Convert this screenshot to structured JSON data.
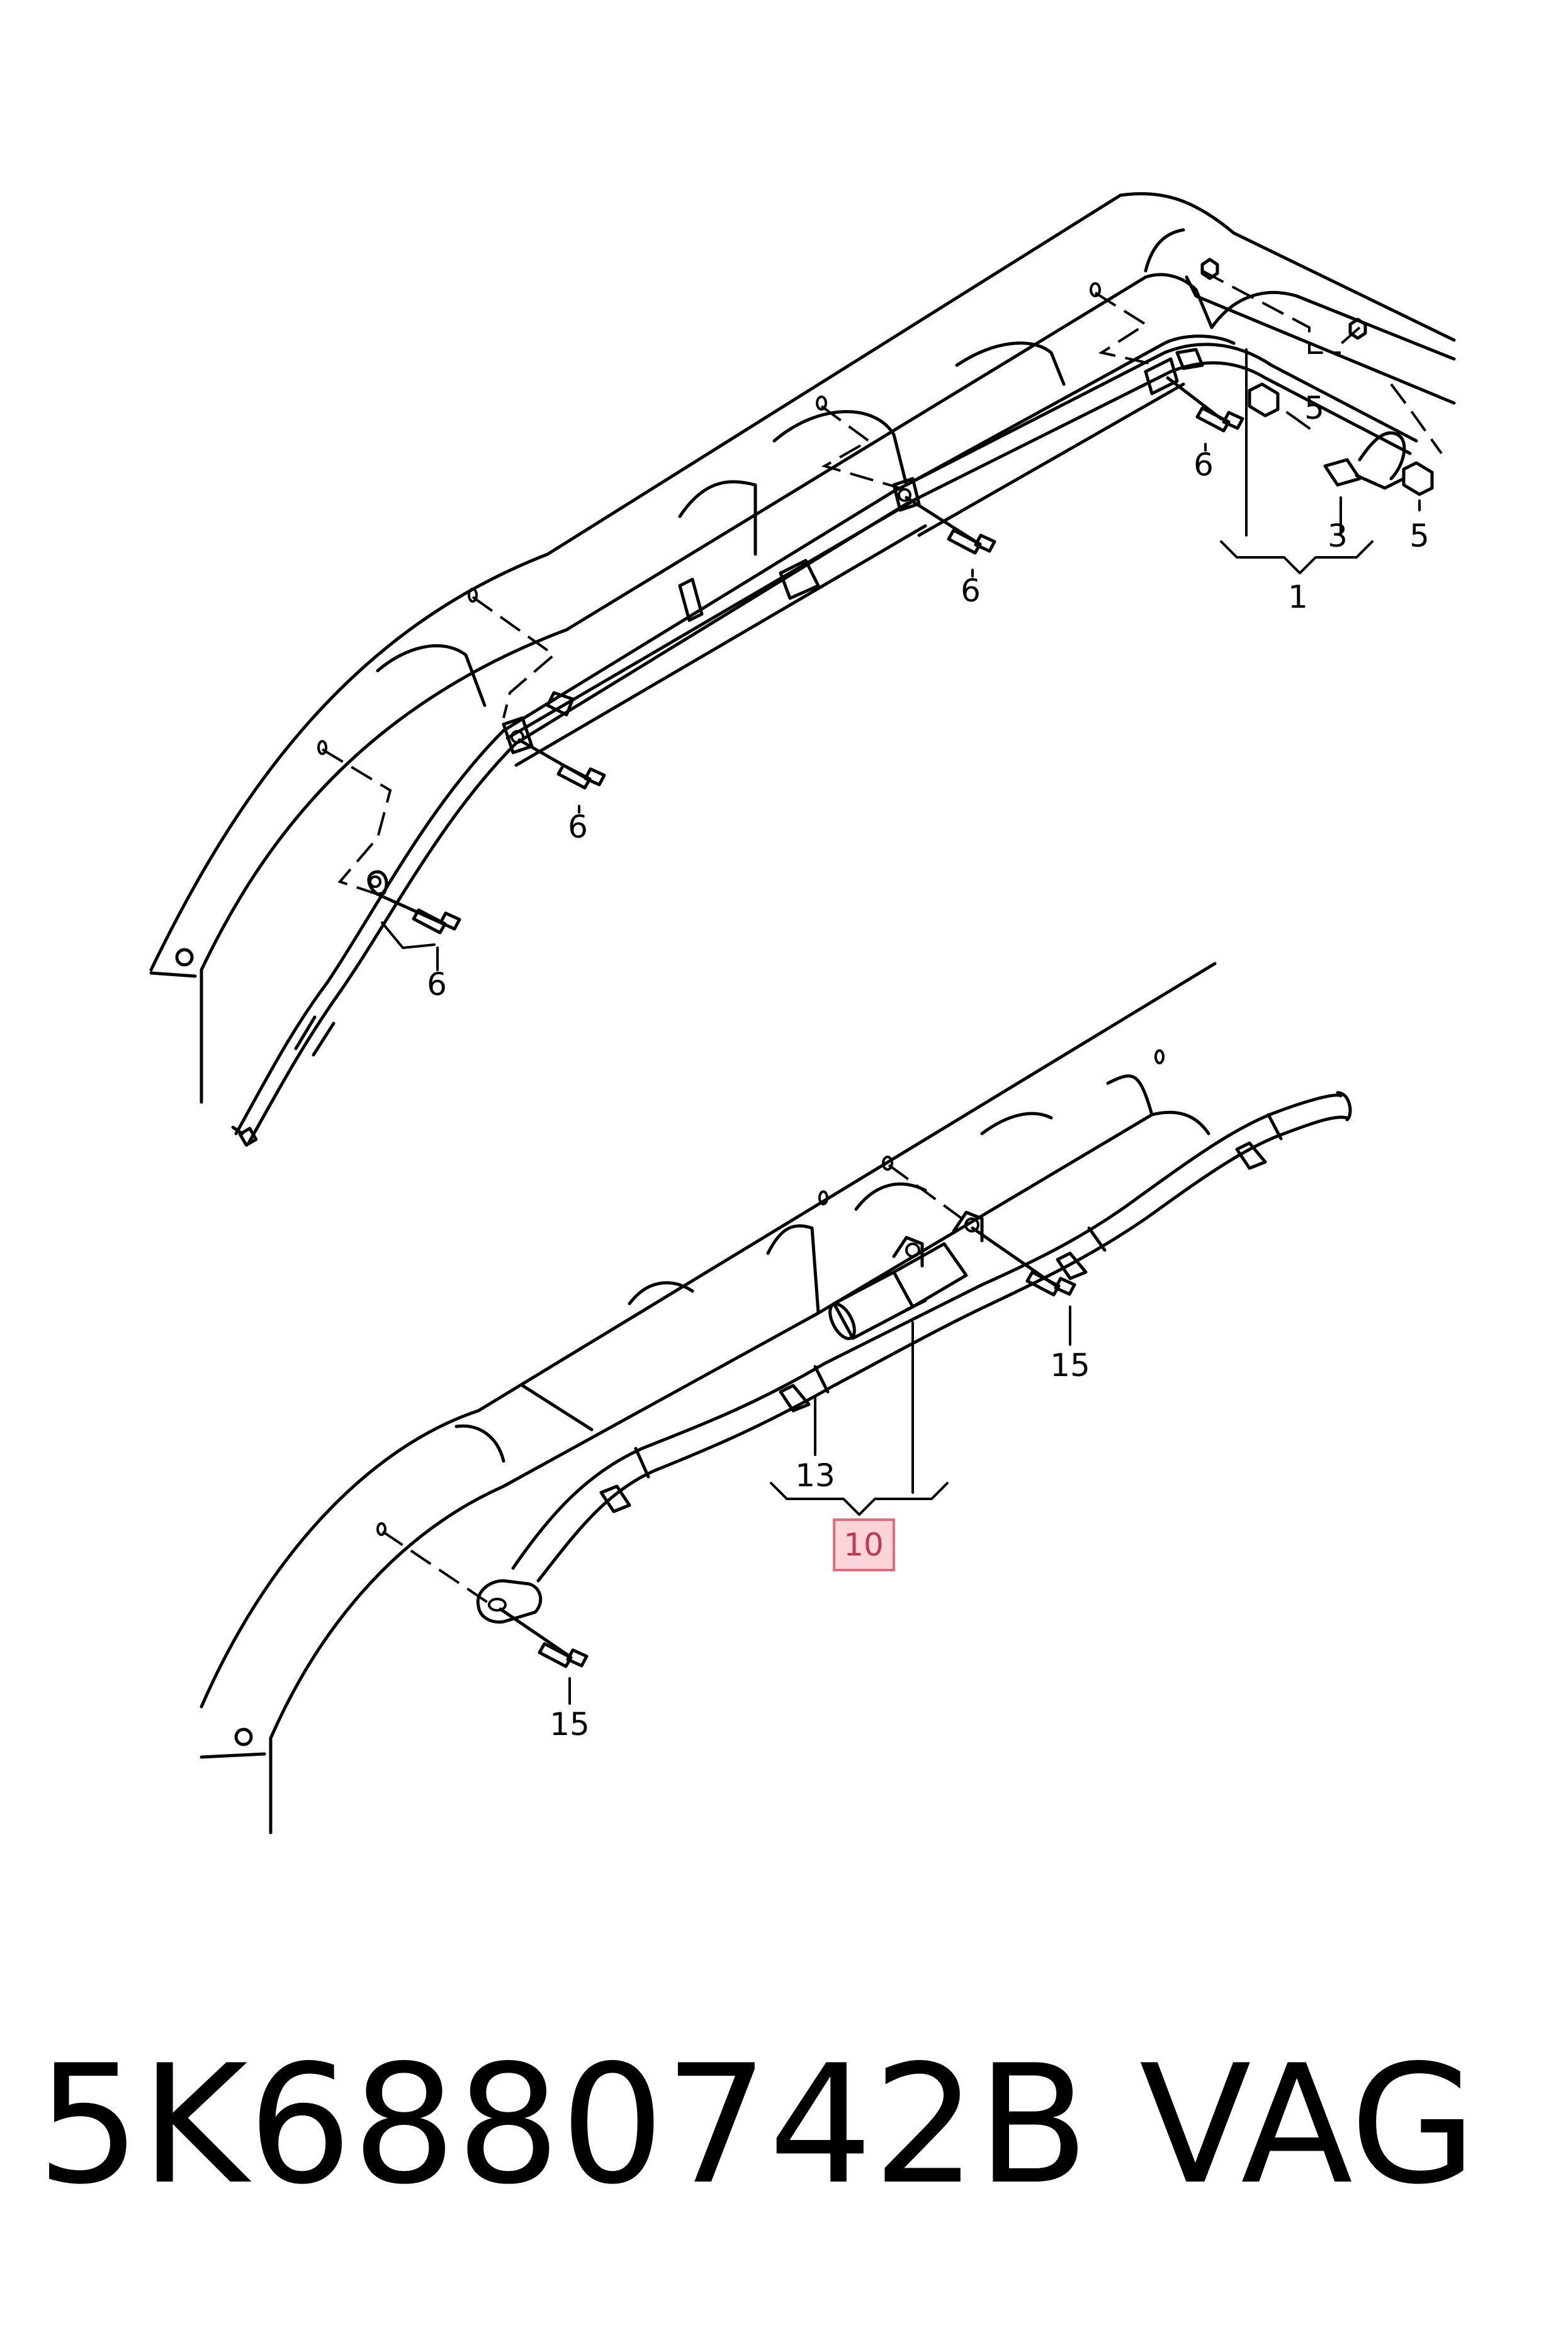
{
  "diagram": {
    "callouts": {
      "c1": "1",
      "c3": "3",
      "c5a": "5",
      "c5b": "5",
      "c6a": "6",
      "c6b": "6",
      "c6c": "6",
      "c6d": "6",
      "c10": "10",
      "c13": "13",
      "c15a": "15",
      "c15b": "15"
    },
    "highlight_color": "#fbd4d9",
    "highlight_border": "#e46a7c"
  },
  "caption": {
    "part_number": "5K6880742B",
    "brand": "VAG"
  }
}
